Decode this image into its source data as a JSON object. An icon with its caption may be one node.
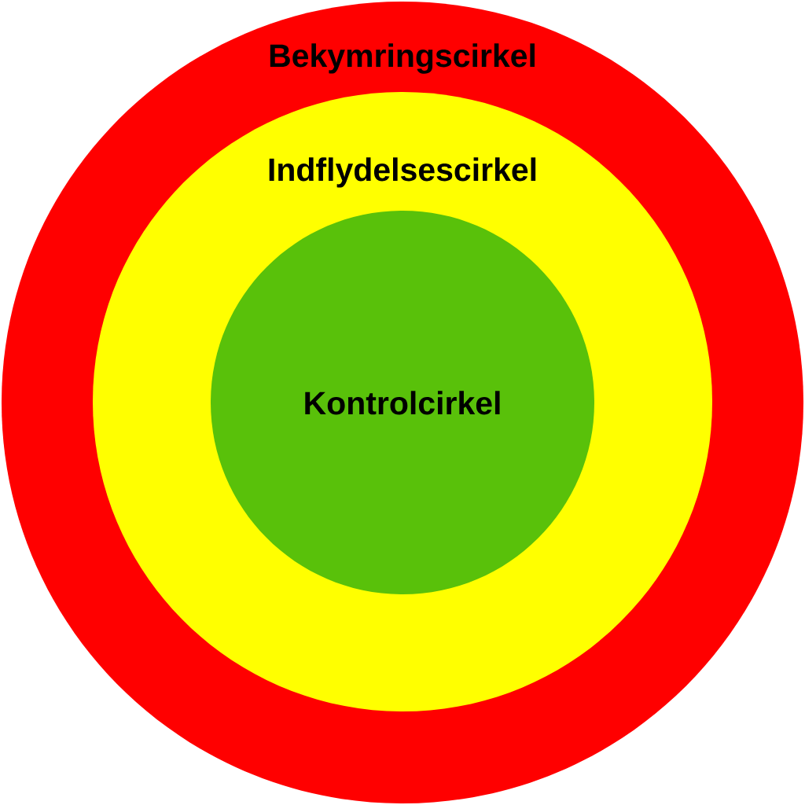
{
  "diagram": {
    "nodes": [
      {
        "text": [
          "Bekymringscirkel"
        ]
      },
      {
        "text": [
          "Indflydelsescirkel"
        ],
        "in": 0
      },
      {
        "text": [
          "Kontrolcirkel"
        ],
        "in": 1
      }
    ]
  }
}
